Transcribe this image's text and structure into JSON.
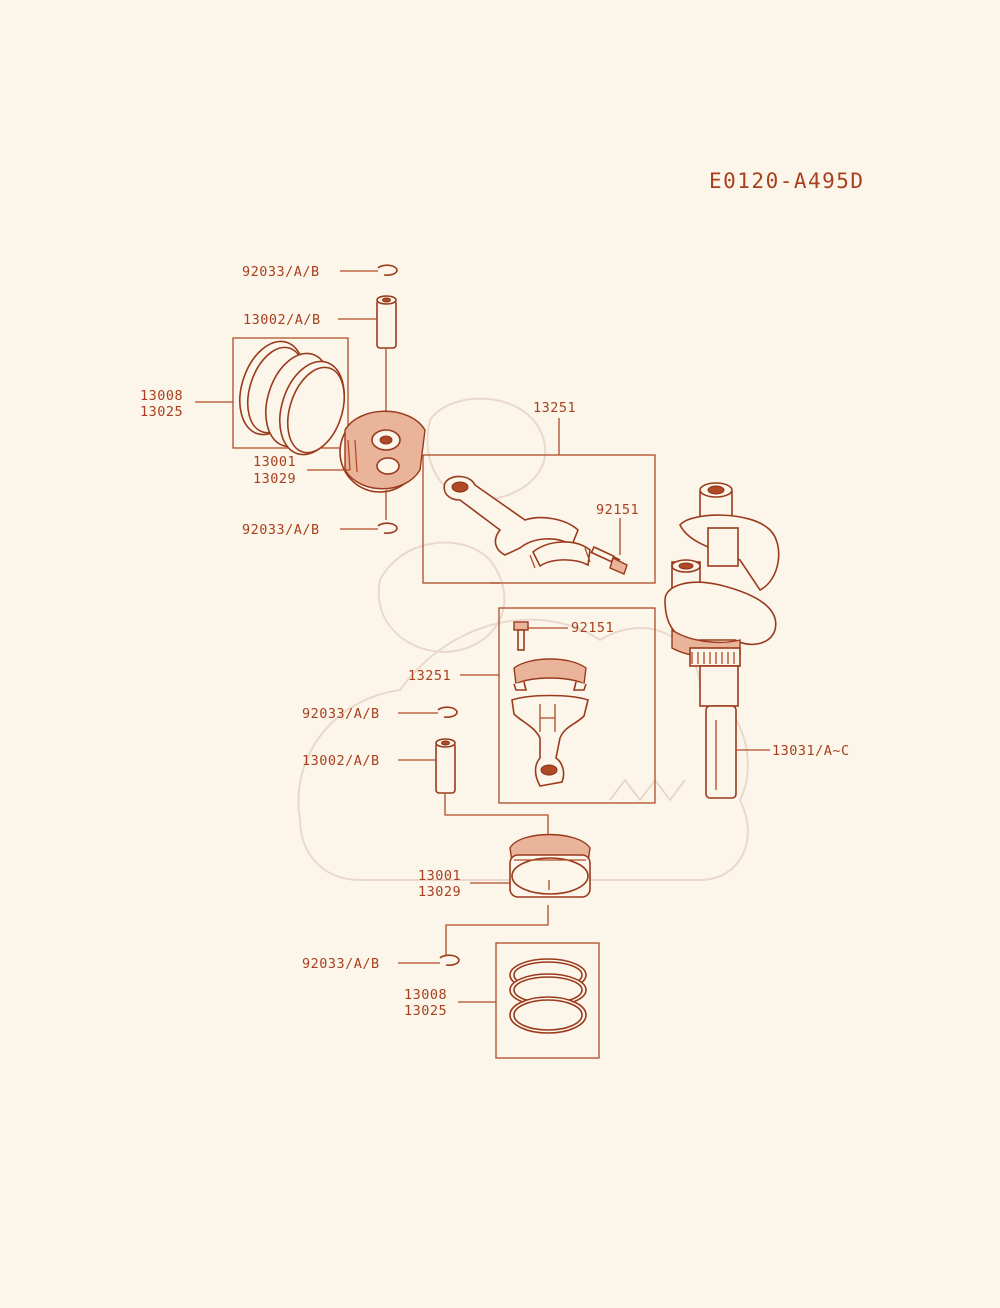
{
  "diagram": {
    "code": "E0120-A495D",
    "colors": {
      "line": "#b04a26",
      "background": "#fcf6ea",
      "fill": "#e9b49a"
    },
    "labels": {
      "clip_top_1": "92033/A/B",
      "pin_1": "13002/A/B",
      "rings_1_a": "13008",
      "rings_1_b": "13025",
      "piston_1_a": "13001",
      "piston_1_b": "13029",
      "clip_bottom_1": "92033/A/B",
      "conrod_1": "13251",
      "bolt_1": "92151",
      "bolt_2": "92151",
      "conrod_2": "13251",
      "clip_top_2": "92033/A/B",
      "pin_2": "13002/A/B",
      "crankshaft": "13031/A~C",
      "piston_2_a": "13001",
      "piston_2_b": "13029",
      "clip_bottom_2": "92033/A/B",
      "rings_2_a": "13008",
      "rings_2_b": "13025"
    }
  }
}
